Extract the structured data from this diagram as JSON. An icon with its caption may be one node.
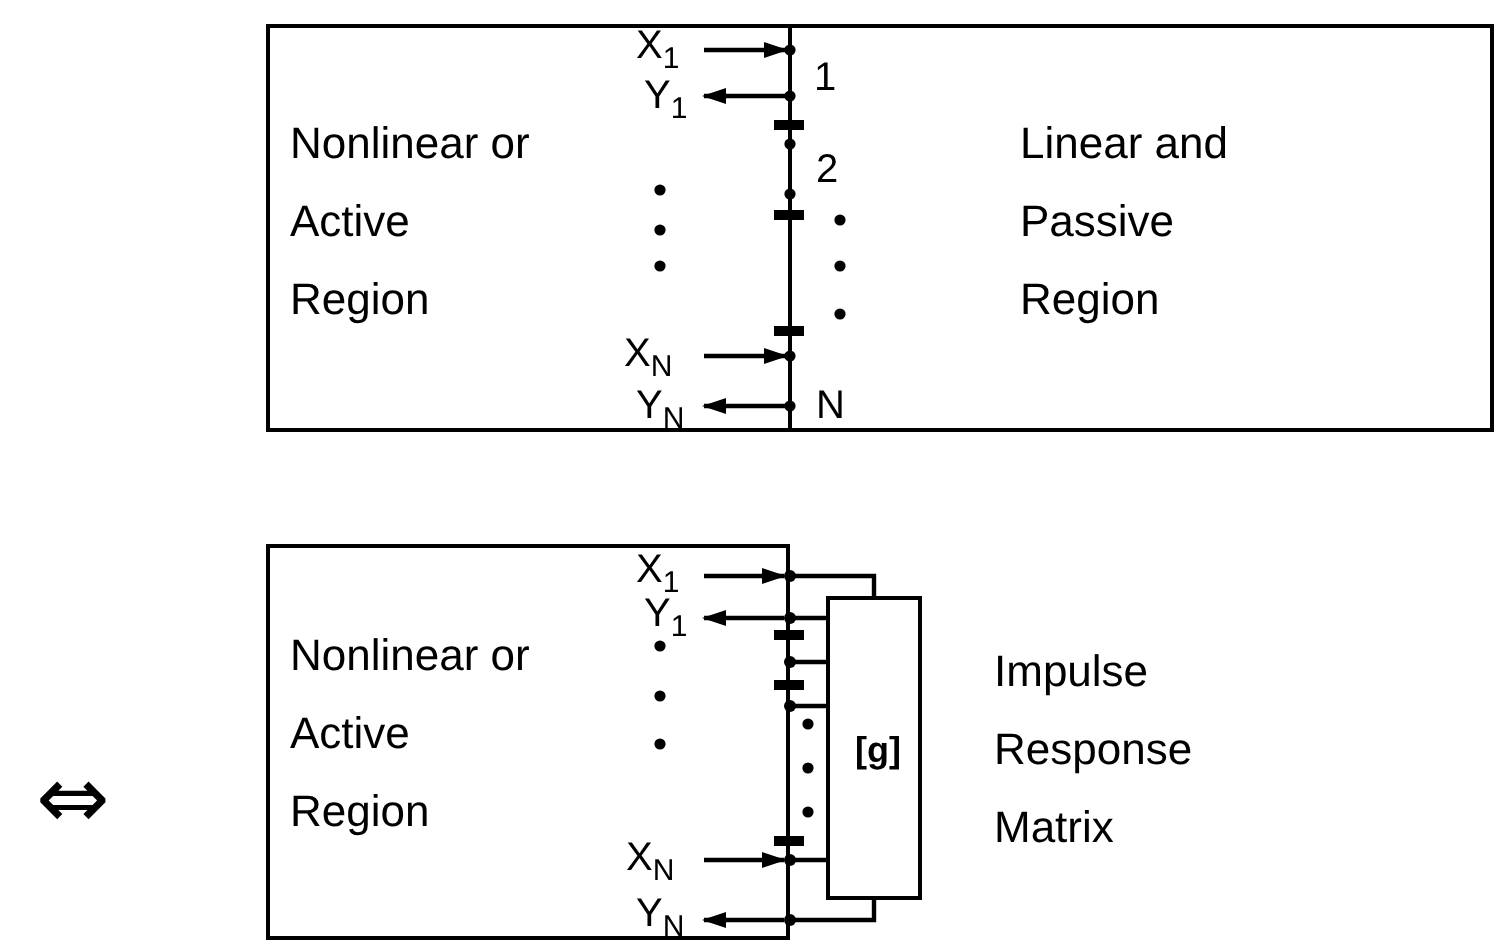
{
  "diagram": {
    "nodes": [
      {
        "text": [
          "Nonlinear or Active Region"
        ]
      },
      {
        "text": [
          "Linear and Passive Region"
        ]
      },
      {
        "text": [
          "Nonlinear or Active Region"
        ]
      },
      {
        "text": [
          "[g]"
        ]
      }
    ],
    "edges": [
      {
        "from": 2,
        "to": 3,
        "arrow": "other"
      },
      {
        "from": 2,
        "to": 3,
        "arrow": "other"
      },
      {
        "from": 2,
        "to": 3,
        "arrow": "other"
      },
      {
        "from": 2,
        "to": 3,
        "arrow": "other"
      },
      {
        "from": 2,
        "to": 3,
        "arrow": "other"
      },
      {
        "from": 2,
        "to": 3,
        "arrow": "other"
      }
    ],
    "labels": [
      "X$_{1}$",
      "Y$_{1}$",
      "1",
      "2",
      "X$_{N}$",
      "Y$_{N}$",
      "N",
      "X$_{1}$",
      "Y$_{1}$",
      "X$_{N}$",
      "Y$_{N}$",
      "Impulse Response Matrix",
      "⇔"
    ]
  }
}
